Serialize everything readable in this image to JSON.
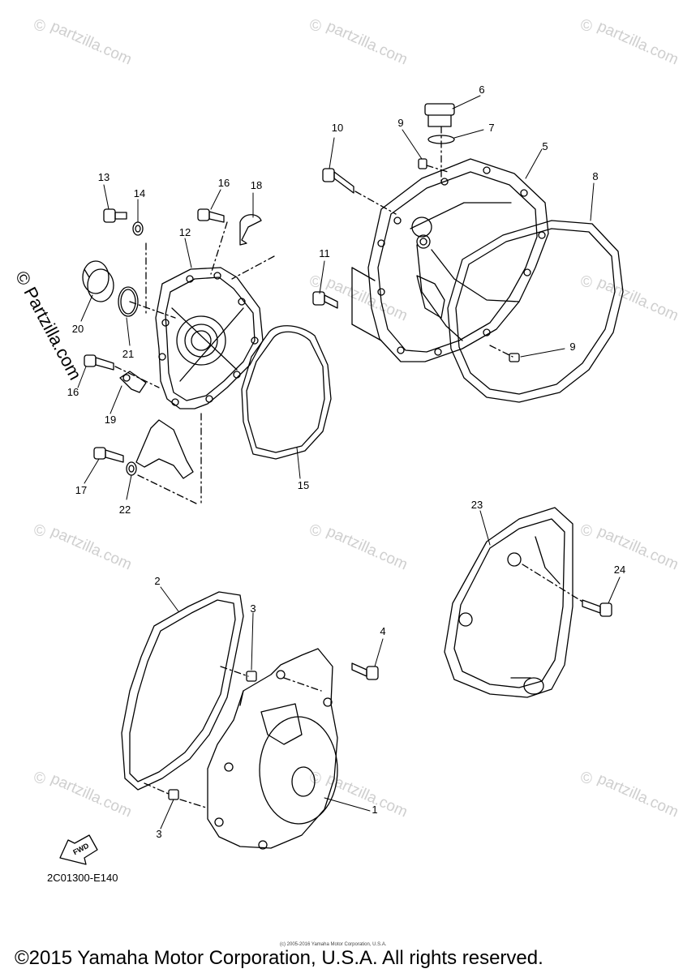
{
  "diagram_code": "2C01300-E140",
  "copyright": "©2015 Yamaha Motor Corporation, U.S.A. All rights reserved.",
  "small_credit": "(c) 2005-2016 Yamaha Motor Corporation, U.S.A.",
  "side_watermark": "© Partzilla.com",
  "watermark": {
    "symbol": "©",
    "name": "partzilla.com"
  },
  "fwd_label": "FWD",
  "callouts": {
    "c1": "1",
    "c2": "2",
    "c3a": "3",
    "c3b": "3",
    "c4": "4",
    "c5": "5",
    "c6": "6",
    "c7": "7",
    "c8": "8",
    "c9a": "9",
    "c9b": "9",
    "c10": "10",
    "c11": "11",
    "c12": "12",
    "c13": "13",
    "c14": "14",
    "c15": "15",
    "c16a": "16",
    "c16b": "16",
    "c17": "17",
    "c18": "18",
    "c19": "19",
    "c20": "20",
    "c21": "21",
    "c22": "22",
    "c23": "23",
    "c24": "24"
  },
  "colors": {
    "line": "#000000",
    "watermark": "#cfcfcf"
  }
}
